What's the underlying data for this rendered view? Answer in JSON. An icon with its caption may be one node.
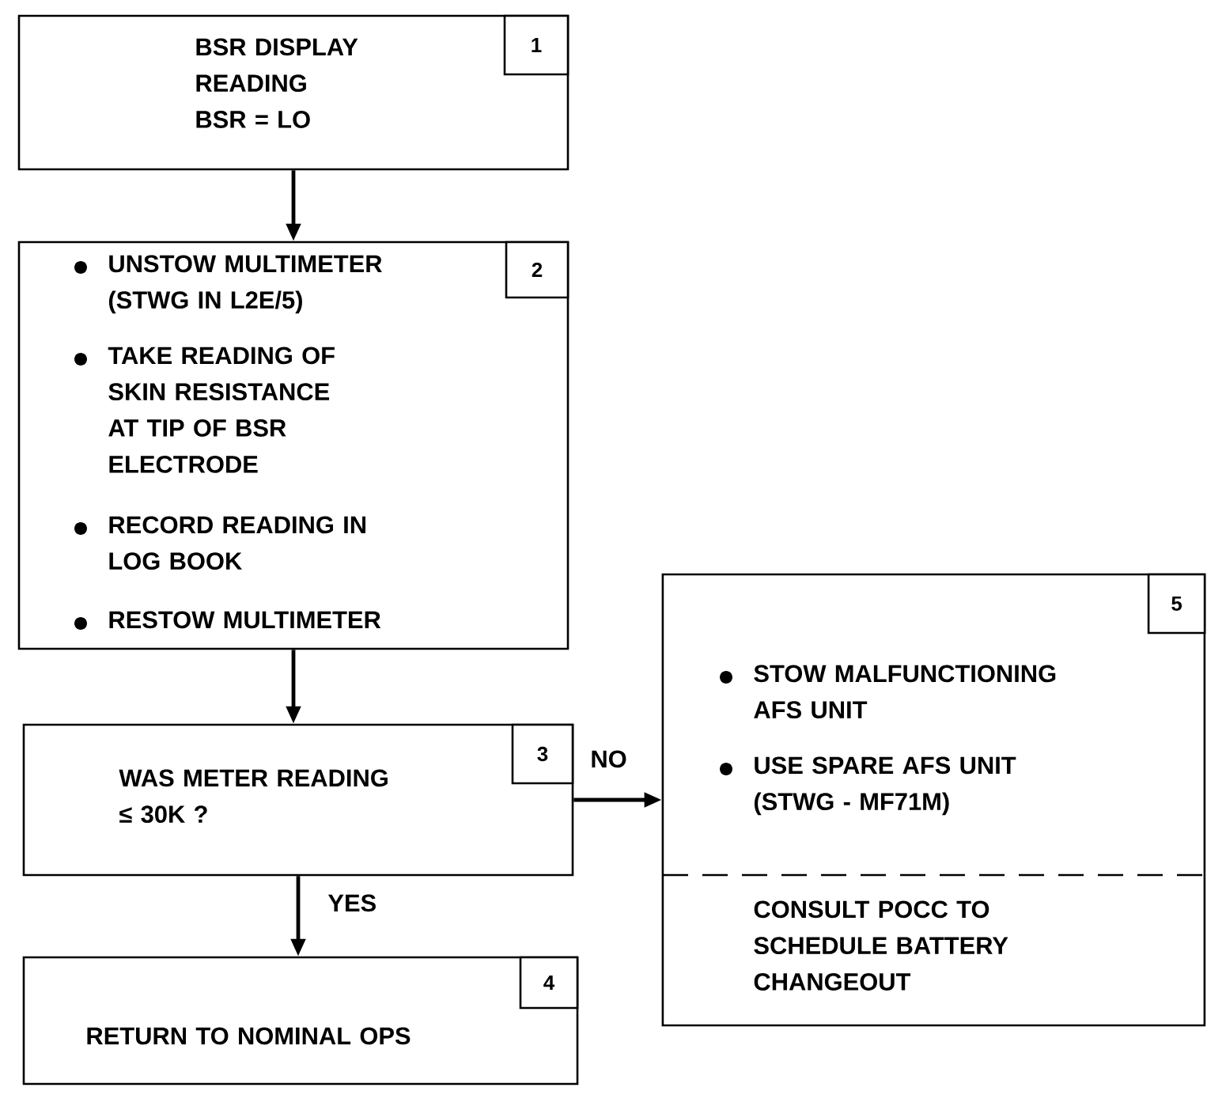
{
  "diagram": {
    "nodes": [
      {
        "text": [
          "BSR DISPLAY READING BSR = LO"
        ]
      },
      {
        "text": [
          "1"
        ],
        "in": 0
      },
      {
        "text": [
          "UNSTOW MULTIMETER (STWG IN L2E/5)",
          "TAKE READING OF SKIN RESISTANCE AT TIP OF BSR ELECTRODE",
          "RECORD READING IN LOG BOOK",
          "RESTOW MULTIMETER"
        ]
      },
      {
        "text": [
          "2"
        ],
        "in": 2
      },
      {
        "text": [
          "WAS METER READING ≤ 30K ?"
        ]
      },
      {
        "text": [
          "3"
        ],
        "in": 4
      },
      {
        "text": [
          "RETURN TO NOMINAL OPS"
        ]
      },
      {
        "text": [
          "4"
        ],
        "in": 6
      },
      {
        "text": [
          "STOW MALFUNCTIONING AFS UNIT",
          "USE SPARE AFS UNIT (STWG - MF71M)",
          "CONSULT POCC TO SCHEDULE BATTERY CHANGEOUT"
        ]
      },
      {
        "text": [
          "5"
        ],
        "in": 8
      }
    ],
    "edges": [
      {
        "from": 0,
        "to": 2,
        "arrow": "to"
      },
      {
        "from": 2,
        "to": 4,
        "arrow": "to"
      },
      {
        "from": 4,
        "to": 8,
        "arrow": "to",
        "label": "NO"
      },
      {
        "from": 4,
        "to": 6,
        "arrow": "to",
        "label": "YES"
      }
    ]
  }
}
